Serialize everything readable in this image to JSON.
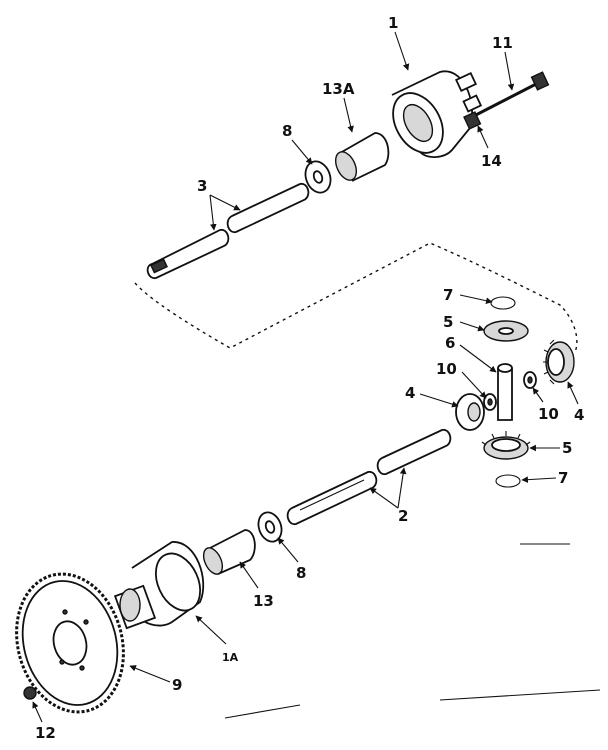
{
  "callouts": {
    "c1": "1",
    "c11": "11",
    "c13a": "13A",
    "c8_top": "8",
    "c3": "3",
    "c14": "14",
    "c7_top": "7",
    "c5_top": "5",
    "c6": "6",
    "c10_left": "10",
    "c4_left": "4",
    "c10_right": "10",
    "c4_right": "4",
    "c5_bottom": "5",
    "c7_bottom": "7",
    "c2": "2",
    "c8_bottom": "8",
    "c13": "13",
    "c1a": "1A",
    "c9": "9",
    "c12": "12"
  },
  "icons": {
    "arrow": "arrow-head"
  }
}
